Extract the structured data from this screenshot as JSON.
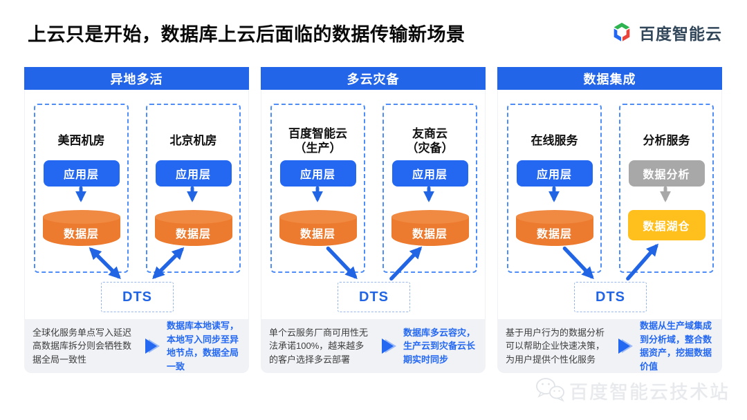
{
  "page": {
    "title": "上云只是开始，数据库上云后面临的数据传输新场景",
    "logo_text": "百度智能云",
    "watermark": "百度智能云技术站"
  },
  "colors": {
    "header_blue": "#2365e8",
    "primary_blue": "#2468f2",
    "orange": "#ed7b2f",
    "yellow": "#ffc01e",
    "gray": "#a8a8a8",
    "footer_bg": "#f0f2f6"
  },
  "cards": [
    {
      "header": "异地多活",
      "zones": [
        {
          "title": "美西机房",
          "app": "应用层",
          "db": "数据层"
        },
        {
          "title": "北京机房",
          "app": "应用层",
          "db": "数据层"
        }
      ],
      "dts": "DTS",
      "pain": "全球化服务单点写入延迟高数据库拆分则会牺牲数据全局一致性",
      "solution": "数据库本地读写，本地写入同步至异地节点，数据全局一致"
    },
    {
      "header": "多云灾备",
      "zones": [
        {
          "title": "百度智能云",
          "subtitle": "（生产）",
          "app": "应用层",
          "db": "数据层"
        },
        {
          "title": "友商云",
          "subtitle": "（灾备）",
          "app": "应用层",
          "db": "数据层"
        }
      ],
      "dts": "DTS",
      "pain": "单个云服务厂商可用性无法承诺100%，越来越多的客户选择多云部署",
      "solution": "数据库多云容灾，生产云到灾备云长期实时同步"
    },
    {
      "header": "数据集成",
      "zones": [
        {
          "title": "在线服务",
          "app": "应用层",
          "db": "数据层"
        },
        {
          "title": "分析服务",
          "app": "数据分析",
          "db": "数据湖仓"
        }
      ],
      "dts": "DTS",
      "pain": "基于用户行为的数据分析可以帮助企业快速决策，为用户提供个性化服务",
      "solution": "数据从生产域集成到分析域，整合数据资产，挖掘数据价值"
    }
  ]
}
